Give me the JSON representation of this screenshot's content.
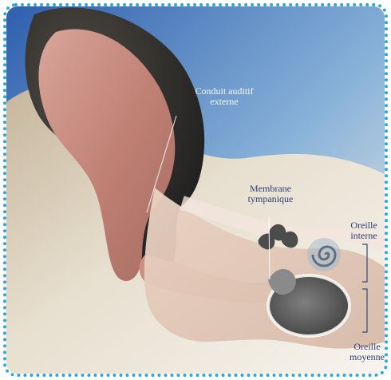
{
  "labels": {
    "ear_canal": "Conduit auditif\nexterne",
    "eardrum": "Membrane\ntympanique",
    "inner_ear": "Oreille\ninterne",
    "middle_ear": "Oreille\nmoyenne"
  },
  "colors": {
    "border": "#29a7dc",
    "text": "#2e3f74",
    "background_sky": "#2f5fae",
    "fur_light": "#e9e4d8",
    "ear_pink": "#c28478"
  }
}
